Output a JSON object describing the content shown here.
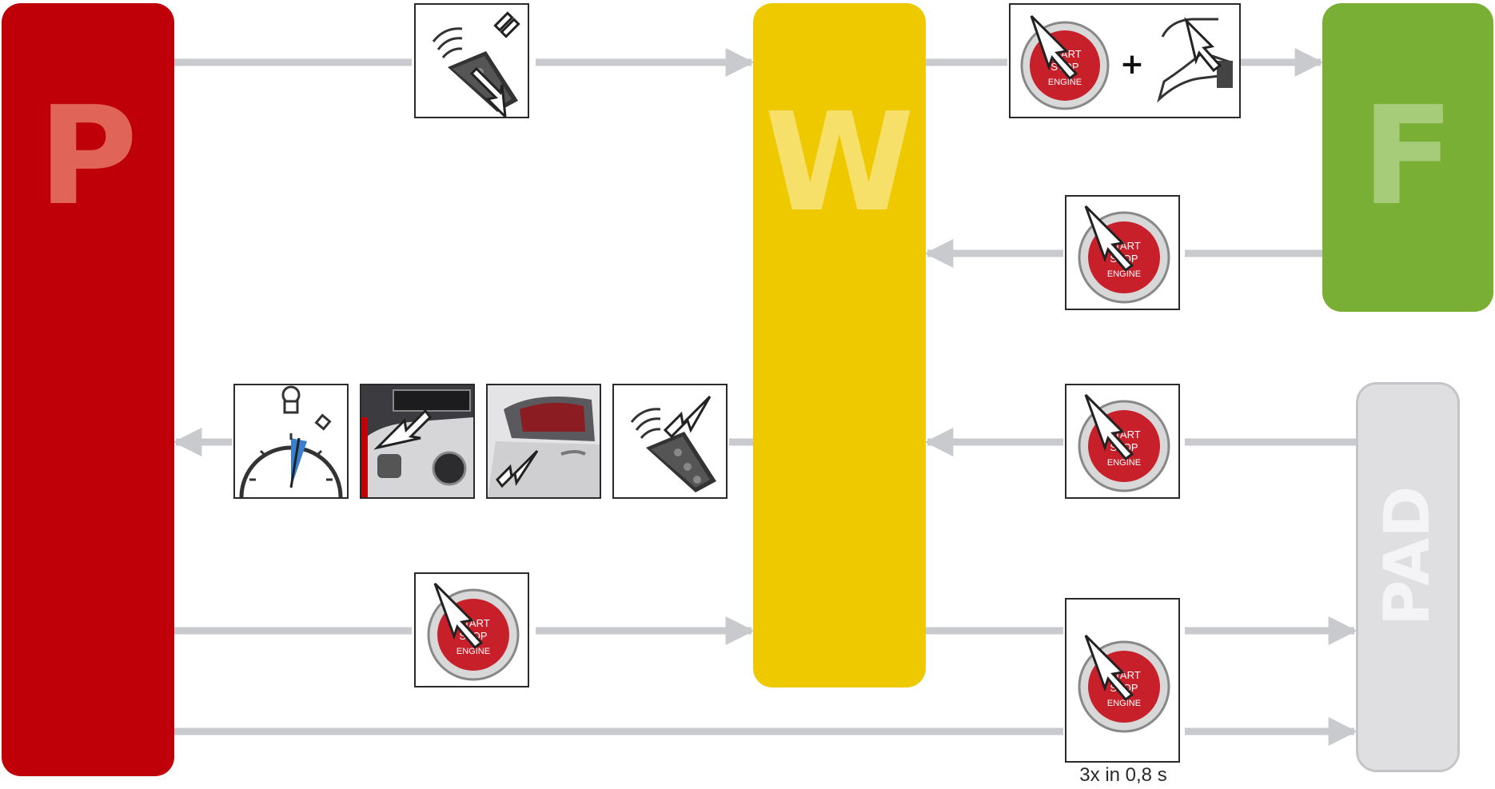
{
  "states": {
    "p": {
      "label": "P",
      "color": "#c00008"
    },
    "w": {
      "label": "W",
      "color": "#eec900"
    },
    "f": {
      "label": "F",
      "color": "#79af35"
    },
    "pad": {
      "label": "PAD",
      "color": "#dfdfe1"
    }
  },
  "button_text": {
    "line1": "START",
    "line2": "STOP",
    "line3": "ENGINE"
  },
  "combo_plus": "+",
  "caption": "3x in 0,8 s",
  "arrow_color": "#c9cacd",
  "icons": {
    "key_fob": "key-fob-press-icon",
    "start_stop": "start-stop-button-icon",
    "brake_pedal": "brake-pedal-icon",
    "stopwatch": "stopwatch-icon",
    "console": "center-console-button-icon",
    "door": "door-open-icon"
  }
}
